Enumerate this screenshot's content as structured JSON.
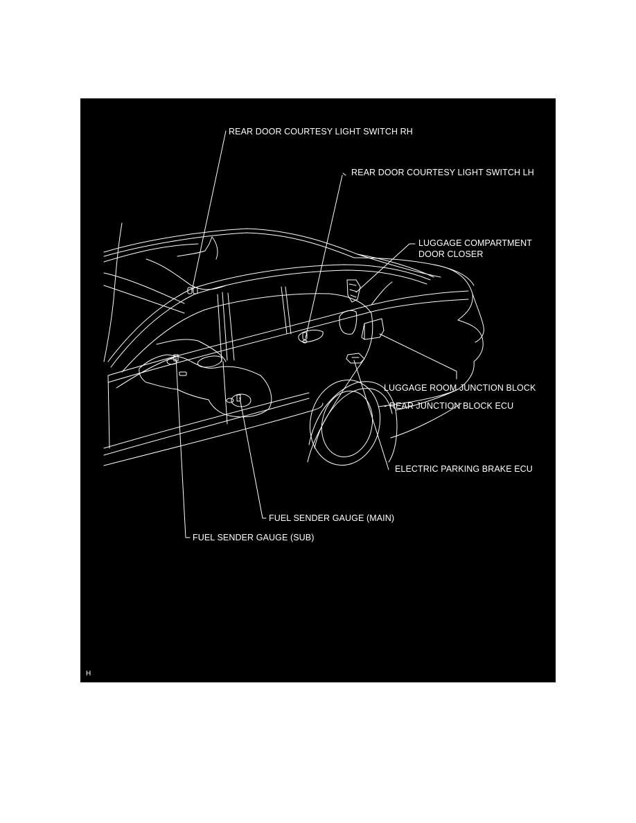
{
  "diagram": {
    "background_color": "#000000",
    "line_color": "#ffffff",
    "subject": "rear-left car body line drawing with component locations",
    "corner_code": "H",
    "callouts": [
      {
        "id": "rear-door-courtesy-light-switch-rh",
        "lines": [
          "REAR DOOR COURTESY LIGHT SWITCH RH"
        ]
      },
      {
        "id": "rear-door-courtesy-light-switch-lh",
        "lines": [
          "REAR DOOR COURTESY LIGHT SWITCH LH"
        ]
      },
      {
        "id": "luggage-compartment-door-closer",
        "lines": [
          "LUGGAGE COMPARTMENT",
          "DOOR CLOSER"
        ]
      },
      {
        "id": "luggage-room-junction-block",
        "lines": [
          "LUGGAGE ROOM JUNCTION BLOCK",
          "- REAR JUNCTION BLOCK ECU"
        ]
      },
      {
        "id": "electric-parking-brake-ecu",
        "lines": [
          "ELECTRIC PARKING BRAKE ECU"
        ]
      },
      {
        "id": "fuel-sender-gauge-main",
        "lines": [
          "FUEL SENDER GAUGE (MAIN)"
        ]
      },
      {
        "id": "fuel-sender-gauge-sub",
        "lines": [
          "FUEL SENDER GAUGE (SUB)"
        ]
      }
    ]
  }
}
